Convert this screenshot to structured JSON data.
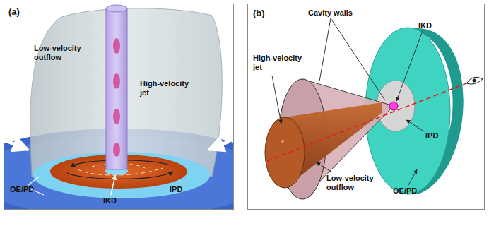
{
  "diagram": {
    "labels": [
      "(a)",
      "Low-velocity outflow",
      "High-velocity jet",
      "IKD",
      "IPD",
      "OE/PD",
      "(b)",
      "Cavity walls",
      "High-velocity jet",
      "Low-velocity outflow",
      "IKD",
      "IPD",
      "OE/PD"
    ]
  }
}
